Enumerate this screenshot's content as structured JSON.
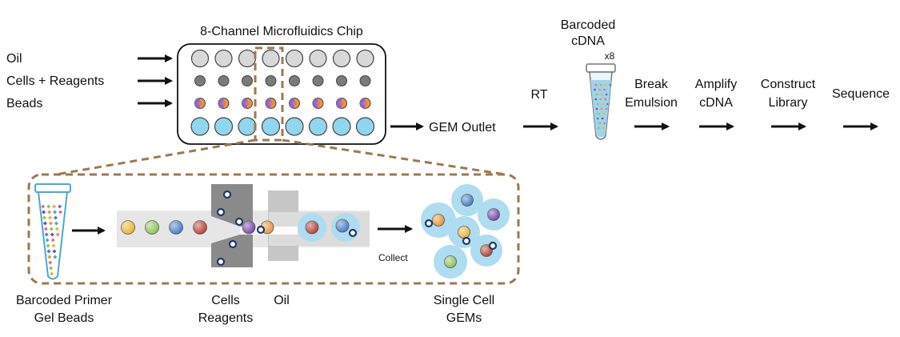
{
  "chip": {
    "title": "8-Channel Microfluidics Chip",
    "inputs": [
      "Oil",
      "Cells + Reagents",
      "Beads"
    ],
    "outlet_label": "GEM Outlet"
  },
  "workflow": {
    "rt": "RT",
    "tube_title": [
      "Barcoded",
      "cDNA"
    ],
    "multiplier": "x8",
    "steps": [
      {
        "lines": [
          "Break",
          "Emulsion"
        ]
      },
      {
        "lines": [
          "Amplify",
          "cDNA"
        ]
      },
      {
        "lines": [
          "Construct",
          "Library"
        ]
      },
      {
        "lines": [
          "Sequence"
        ]
      }
    ]
  },
  "detail": {
    "beads_label": [
      "Barcoded Primer",
      "Gel Beads"
    ],
    "cells_label": [
      "Cells",
      "Reagents"
    ],
    "oil_label": "Oil",
    "collect_label": "Collect",
    "gems_label": [
      "Single Cell",
      "GEMs"
    ]
  },
  "colors": {
    "gem_fill": "#aedcf0",
    "gem_blue": "#8fd6ee",
    "channel_gray": "#8a8a8a",
    "bead_yellow": "#e7b53a",
    "bead_green": "#8cc45a",
    "bead_blue": "#4a7fc8",
    "bead_red": "#b8463a",
    "bead_purple": "#7a4aa8",
    "bead_orange": "#e8963a",
    "zoom_outline": "#9a7a50"
  }
}
